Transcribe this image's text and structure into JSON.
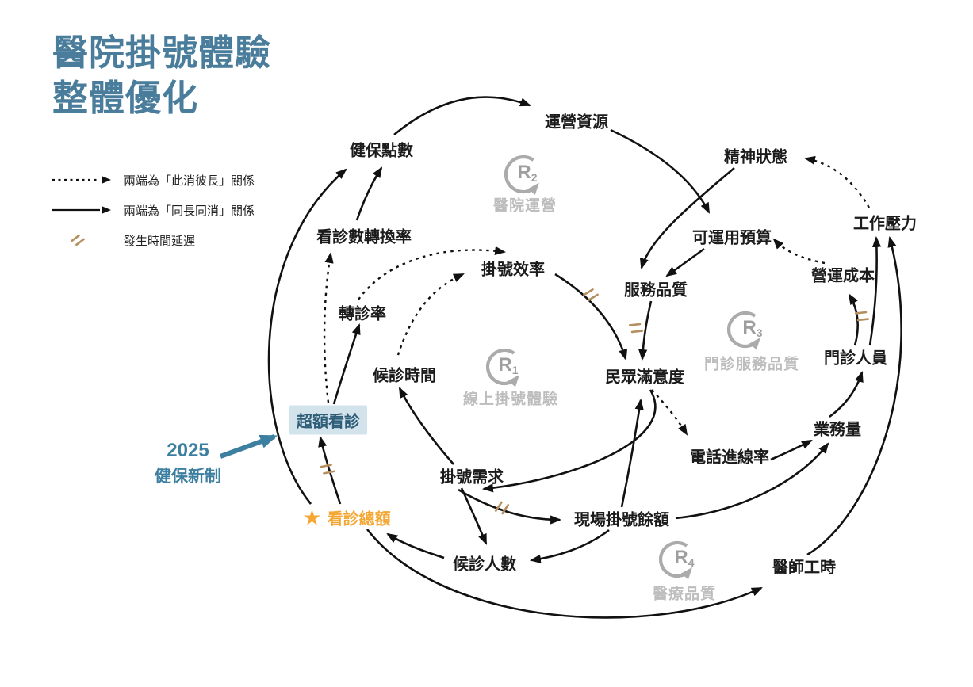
{
  "title": {
    "line1": "醫院掛號體驗",
    "line2": "整體優化"
  },
  "legend": {
    "dashed_label": "兩端為「此消彼長」關係",
    "solid_label": "兩端為「同長同消」關係",
    "delay_label": "發生時間延遲"
  },
  "annotation": {
    "line1": "2025",
    "line2": "健保新制"
  },
  "nodes": {
    "nhi_points": {
      "label": "健保點數"
    },
    "operating_resources": {
      "label": "運營資源"
    },
    "mental_state": {
      "label": "精神狀態"
    },
    "work_pressure": {
      "label": "工作壓力"
    },
    "available_budget": {
      "label": "可運用預算"
    },
    "operating_cost": {
      "label": "營運成本"
    },
    "visit_conversion_rate": {
      "label": "看診數轉換率"
    },
    "registration_efficiency": {
      "label": "掛號效率"
    },
    "service_quality": {
      "label": "服務品質"
    },
    "referral_rate": {
      "label": "轉診率"
    },
    "waiting_time": {
      "label": "候診時間"
    },
    "public_satisfaction": {
      "label": "民眾滿意度"
    },
    "outpatient_staff": {
      "label": "門診人員"
    },
    "excess_visits": {
      "label": "超額看診"
    },
    "business_volume": {
      "label": "業務量"
    },
    "call_through_rate": {
      "label": "電話進線率"
    },
    "registration_demand": {
      "label": "掛號需求"
    },
    "visit_quota": {
      "label": "看診總額",
      "star_icon": "★"
    },
    "onsite_registration_balance": {
      "label": "現場掛號餘額"
    },
    "waiting_count": {
      "label": "候診人數"
    },
    "doctor_work_hours": {
      "label": "醫師工時"
    }
  },
  "loops": [
    {
      "letter": "R",
      "number": "1",
      "label": "線上掛號體驗"
    },
    {
      "letter": "R",
      "number": "2",
      "label": "醫院運營"
    },
    {
      "letter": "R",
      "number": "3",
      "label": "門診服務品質"
    },
    {
      "letter": "R",
      "number": "4",
      "label": "醫療品質"
    }
  ],
  "colors": {
    "title_teal": "#4a7d9b",
    "annotation_teal": "#3d7fa0",
    "highlight_bg": "#d3e3ec",
    "highlight_text": "#2d5d77",
    "starred_orange": "#f5a733",
    "delay_mark_tan": "#b5905e",
    "loop_gray": "#ababab",
    "edge_black": "#111111"
  }
}
